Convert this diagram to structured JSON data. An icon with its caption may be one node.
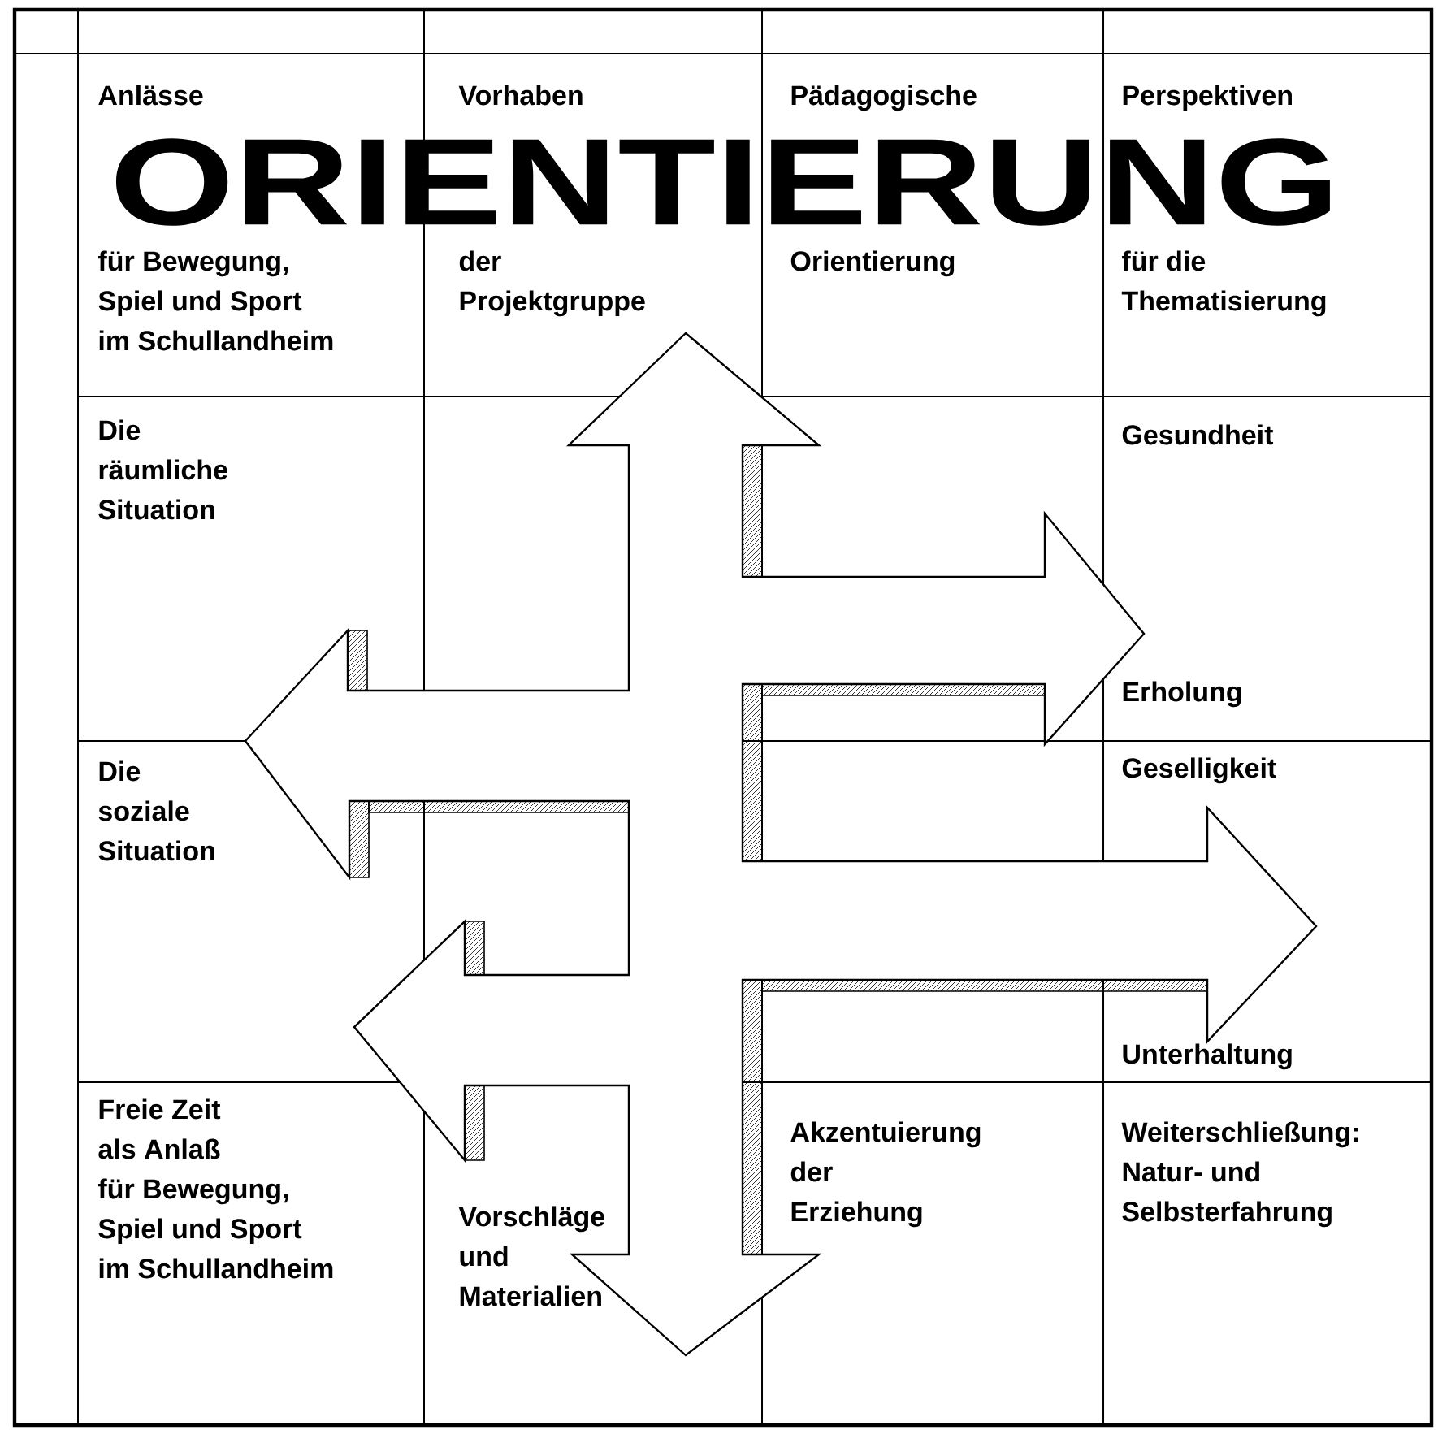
{
  "diagram": {
    "title": "ORIENTIERUNG",
    "nodes": [
      {
        "text": [
          "Anlässe",
          "für Bewegung, Spiel und Sport im Schullandheim"
        ]
      },
      {
        "text": [
          "Vorhaben",
          "der Projektgruppe"
        ]
      },
      {
        "text": [
          "Pädagogische",
          "Orientierung"
        ]
      },
      {
        "text": [
          "Perspektiven",
          "für die Thematisierung"
        ]
      },
      {
        "text": [
          "Die räumliche Situation"
        ]
      },
      {
        "text": [
          "Gesundheit",
          "Erholung"
        ]
      },
      {
        "text": [
          "Die soziale Situation"
        ]
      },
      {
        "text": [
          "Geselligkeit",
          "Unterhaltung"
        ]
      },
      {
        "text": [
          "Freie Zeit als Anlaß für Bewegung, Spiel und Sport im Schullandheim"
        ]
      },
      {
        "text": [
          "Vorschläge und Materialien"
        ]
      },
      {
        "text": [
          "Akzentuierung der Erziehung"
        ]
      },
      {
        "text": [
          "Weiterschließung: Natur- und Selbsterfahrung"
        ]
      }
    ]
  }
}
